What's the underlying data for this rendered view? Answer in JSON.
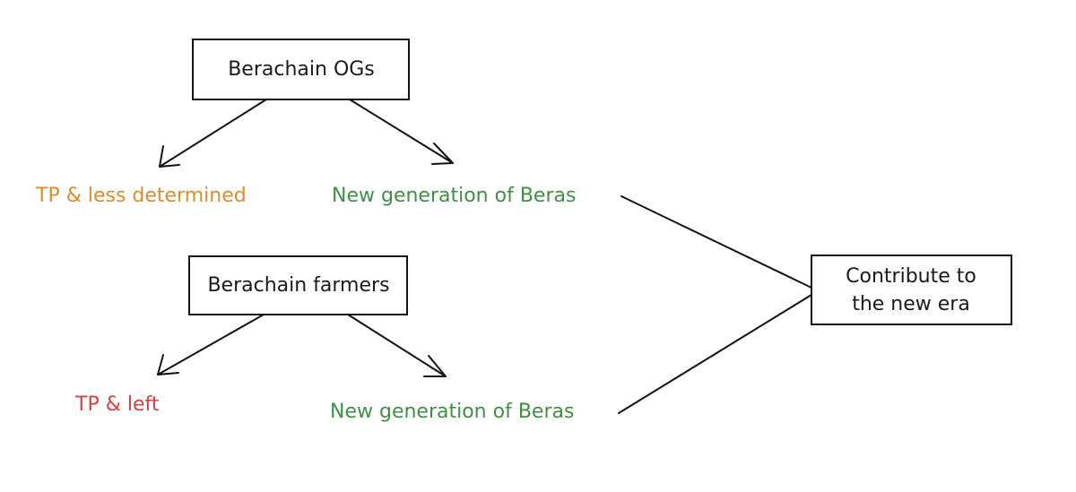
{
  "nodes": {
    "og": {
      "label": "Berachain OGs"
    },
    "farmers": {
      "label": "Berachain farmers"
    },
    "contribute": {
      "line1": "Contribute to",
      "line2": "the new era"
    }
  },
  "outcomes": {
    "og_tp": {
      "label": "TP & less determined",
      "color": "#e08b2b"
    },
    "og_new": {
      "label": "New generation of Beras",
      "color": "#3f9142"
    },
    "farmers_tp": {
      "label": "TP & left",
      "color": "#d8413f"
    },
    "farmers_new": {
      "label": "New generation of Beras",
      "color": "#3f9142"
    }
  }
}
